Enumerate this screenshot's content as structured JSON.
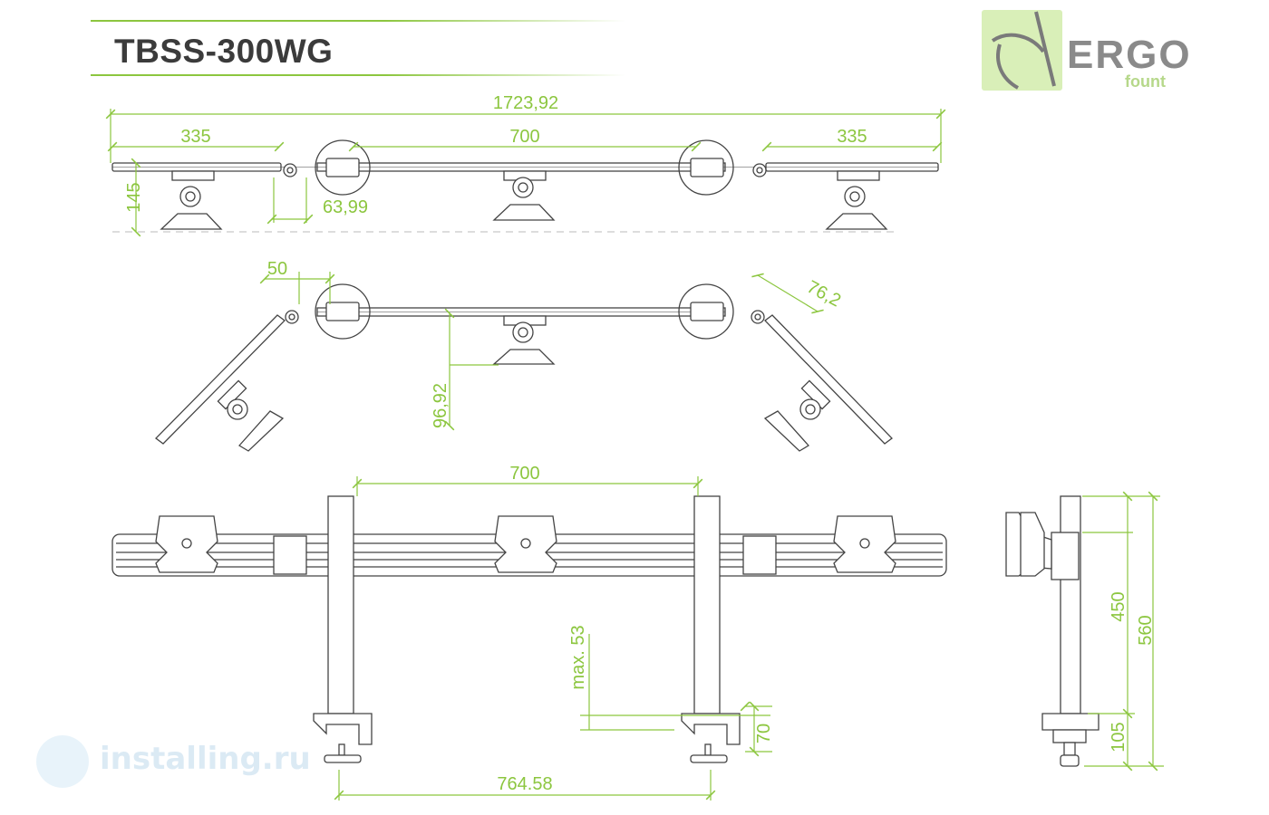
{
  "title": "TBSS-300WG",
  "logo": {
    "brand": "ERGO",
    "sub": "fount"
  },
  "watermark": {
    "text": "installing.ru"
  },
  "colors": {
    "dimension": "#8cc63f",
    "line": "#444444",
    "title": "#3b3b3b"
  },
  "dimensions": {
    "total_length": "1723,92",
    "left_span": "335",
    "center_span": "700",
    "right_span": "335",
    "height_145": "145",
    "joint_63": "63,99",
    "span_50": "50",
    "span_76": "76,2",
    "offset_96": "96,92",
    "front_700": "700",
    "max_53": "max. 53",
    "clamp_70": "70",
    "base_764": "764.58",
    "side_450": "450",
    "side_560": "560",
    "side_105": "105"
  }
}
